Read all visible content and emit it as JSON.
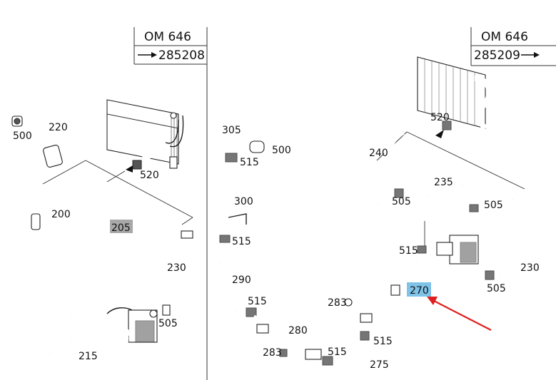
{
  "left_panel": {
    "engine_code": "OM 646",
    "ref_number": "285208",
    "ref_arrow": "→"
  },
  "right_panel": {
    "engine_code": "OM 646",
    "ref_number": "285209",
    "ref_arrow": "→"
  },
  "labels": {
    "l500": "500",
    "l220": "220",
    "l520a": "520",
    "l200": "200",
    "l205": "205",
    "l230a": "230",
    "l505a": "505",
    "l215": "215",
    "l305": "305",
    "l515a": "515",
    "l500b": "500",
    "l300": "300",
    "l515b": "515",
    "l290": "290",
    "l515c": "515",
    "l280": "280",
    "l283a": "283",
    "l515d": "515",
    "l520b": "520",
    "l240": "240",
    "l235": "235",
    "l505b": "505",
    "l505c": "505",
    "l515e": "515",
    "l230b": "230",
    "l505d": "505",
    "l270": "270",
    "l283b": "283",
    "l515f": "515",
    "l275": "275"
  },
  "highlights": {
    "grey_part": "205",
    "blue_part": "270",
    "arrow_color": "#e02020"
  }
}
